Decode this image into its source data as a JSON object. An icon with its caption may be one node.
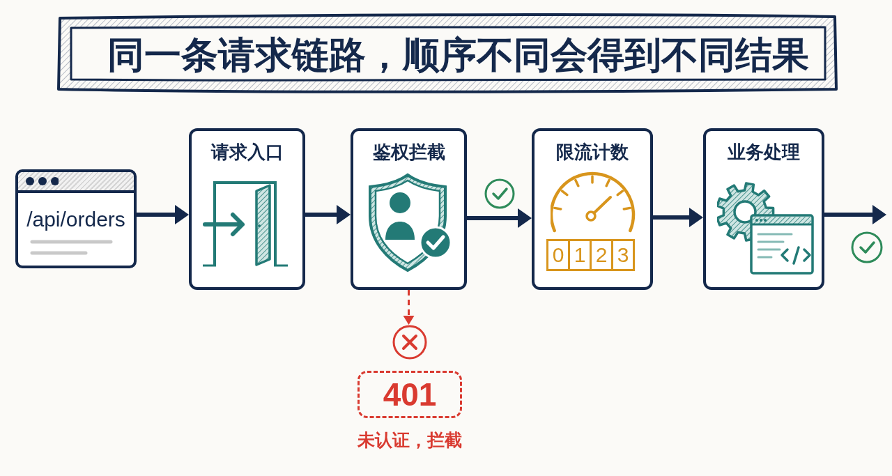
{
  "diagram": {
    "title": "同一条请求链路，顺序不同会得到不同结果",
    "nodes": [
      {
        "text": [
          "/api/orders"
        ]
      },
      {
        "text": [
          "请求入口"
        ]
      },
      {
        "text": [
          "鉴权拦截"
        ]
      },
      {
        "text": [
          "限流计数",
          "0",
          "1",
          "2",
          "3"
        ]
      },
      {
        "text": [
          "业务处理"
        ]
      },
      {
        "text": [],
        "shape": "circle"
      },
      {
        "text": [
          "401"
        ],
        "beside": [
          "未认证，拦截"
        ]
      }
    ],
    "edges": [
      {
        "from": 0,
        "to": 1,
        "arrow": "to"
      },
      {
        "from": 1,
        "to": 2,
        "arrow": "to"
      },
      {
        "from": 2,
        "to": 3,
        "arrow": "to"
      },
      {
        "from": 3,
        "to": 4,
        "arrow": "to"
      },
      {
        "from": 4,
        "to": null,
        "arrow": "to"
      },
      {
        "from": 2,
        "to": 5,
        "arrow": "to",
        "style": "dashed",
        "color": "#d93a30"
      }
    ]
  }
}
